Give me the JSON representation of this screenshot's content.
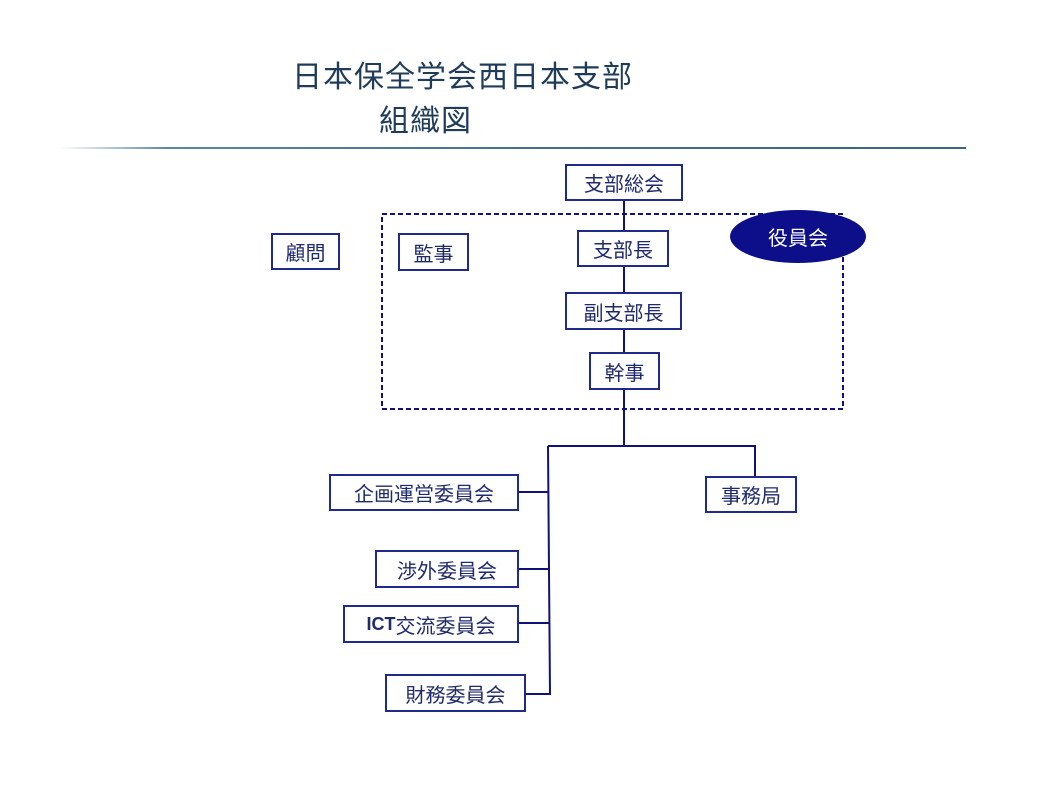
{
  "title": {
    "line1": "日本保全学会西日本支部",
    "line2": "組織図"
  },
  "nodes": {
    "general_assembly": "支部総会",
    "officers_council": "役員会",
    "advisor": "顧問",
    "auditor": "監事",
    "branch_chief": "支部長",
    "deputy_chief": "副支部長",
    "secretary": "幹事",
    "secretariat": "事務局",
    "committees": {
      "planning": "企画運営委員会",
      "external": "渉外委員会",
      "ict_prefix": "ICT",
      "ict_suffix": "交流委員会",
      "finance": "財務委員会"
    }
  },
  "colors": {
    "box_border": "#1f2a8a",
    "connector": "#10127a",
    "oval_fill": "#0c0e8a",
    "title_text": "#1f3b5a"
  }
}
